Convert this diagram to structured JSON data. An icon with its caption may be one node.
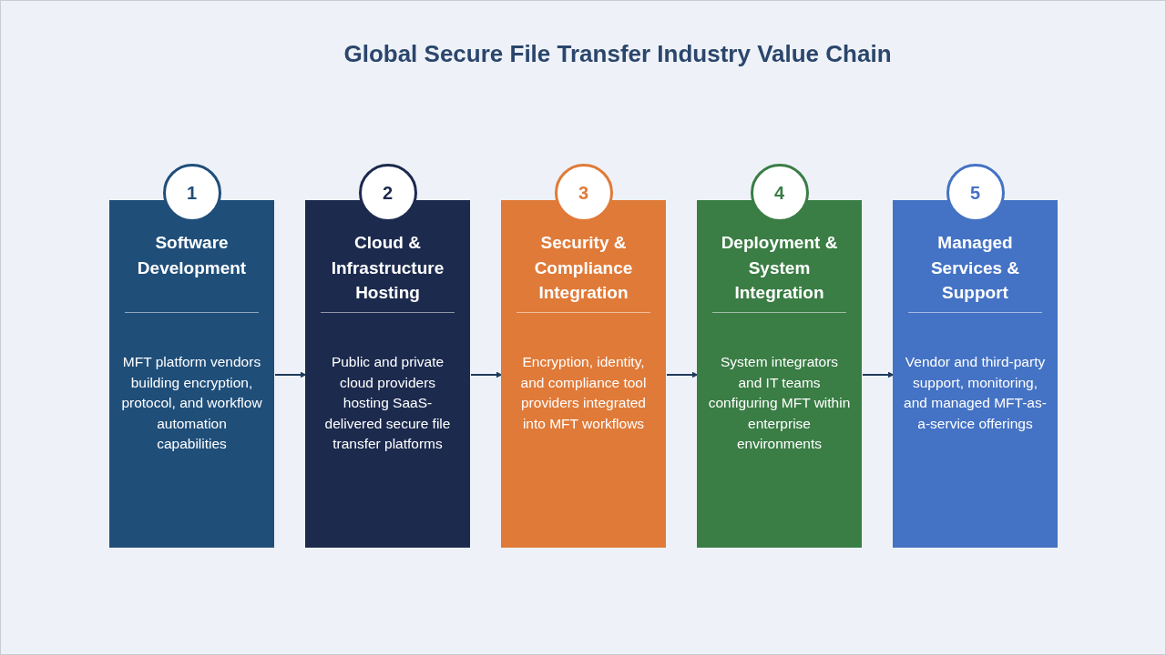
{
  "diagram": {
    "title": "Global Secure File Transfer Industry Value Chain",
    "nodes": [
      {
        "text": [
          "1",
          "Software Development",
          "MFT platform vendors building encryption, protocol, and workflow automation capabilities"
        ]
      },
      {
        "text": [
          "2",
          "Cloud & Infrastructure Hosting",
          "Public and private cloud providers hosting SaaS-delivered secure file transfer platforms"
        ]
      },
      {
        "text": [
          "3",
          "Security & Compliance Integration",
          "Encryption, identity, and compliance tool providers integrated into MFT workflows"
        ]
      },
      {
        "text": [
          "4",
          "Deployment & System Integration",
          "System integrators and IT teams configuring MFT within enterprise environments"
        ]
      },
      {
        "text": [
          "5",
          "Managed Services & Support",
          "Vendor and third-party support, monitoring, and managed MFT-as-a-service offerings"
        ]
      }
    ],
    "edges": [
      {
        "from": 0,
        "to": 1,
        "arrow": "to"
      },
      {
        "from": 1,
        "to": 2,
        "arrow": "to"
      },
      {
        "from": 2,
        "to": 3,
        "arrow": "to"
      },
      {
        "from": 3,
        "to": 4,
        "arrow": "to"
      }
    ]
  }
}
